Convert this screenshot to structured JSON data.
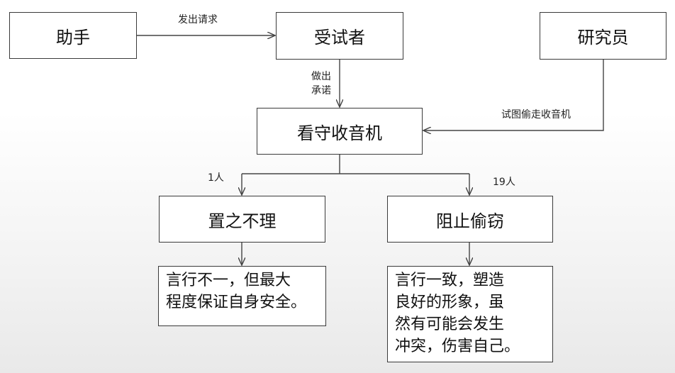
{
  "nodes": {
    "assistant": "助手",
    "subject": "受试者",
    "researcher": "研究员",
    "guard_radio": "看守收音机",
    "ignore": "置之不理",
    "stop_theft": "阻止偷窃"
  },
  "edges": {
    "request": "发出请求",
    "promise": "做出\n承诺",
    "steal_attempt": "试图偷走收音机",
    "count_ignore": "1人",
    "count_stop": "19人"
  },
  "outcomes": {
    "ignore_result": "言行不一，但最大\n程度保证自身安全。",
    "stop_result": "言行一致，塑造\n良好的形象，虽\n然有可能会发生\n冲突，伤害自己。"
  },
  "colors": {
    "line": "#444444",
    "box_border": "#3a3a3a"
  }
}
